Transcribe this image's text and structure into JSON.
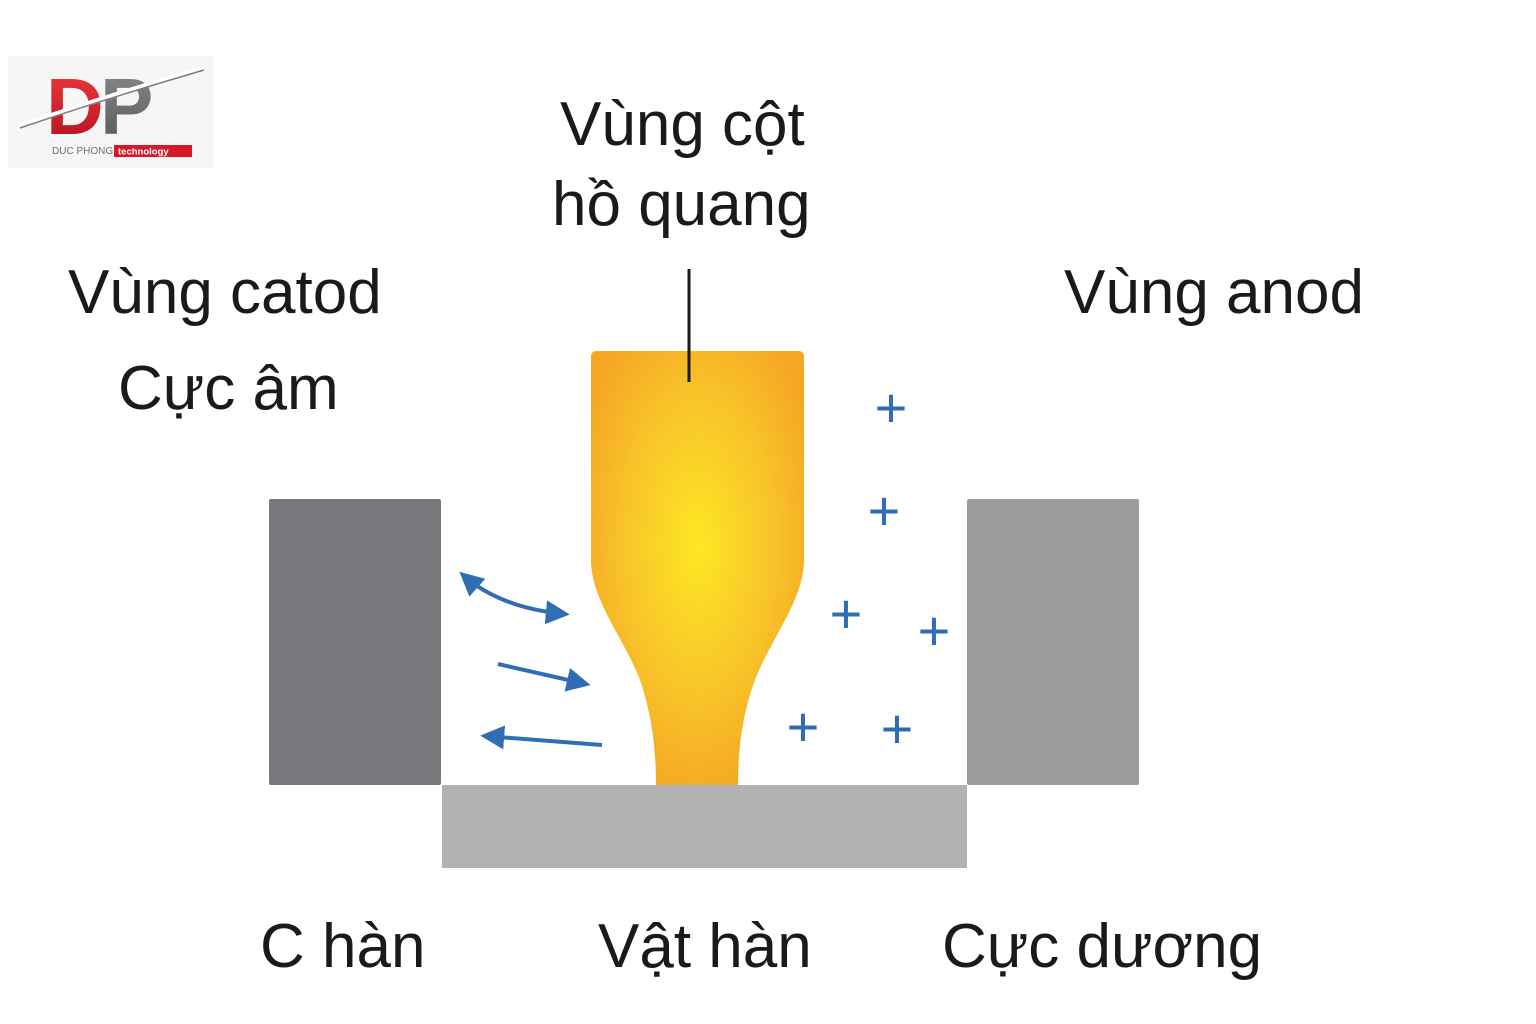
{
  "logo": {
    "mark": "DP",
    "company": "DUC PHONG",
    "tag": "technology",
    "colors": {
      "red": "#d7182a",
      "gray": "#6d6e71"
    }
  },
  "labels": {
    "arc_column_line1": "Vùng cột",
    "arc_column_line2": "hồ quang",
    "cathode_zone": "Vùng catod",
    "negative_pole": "Cực âm",
    "anode_zone": "Vùng anod",
    "electrode": "C hàn",
    "workpiece": "Vật hàn",
    "positive_pole": "Cực dương"
  },
  "ions": [
    "+",
    "+",
    "+",
    "+",
    "+",
    "+"
  ],
  "colors": {
    "cathode": "#77787b",
    "anode": "#9b9c9e",
    "workpiece": "#b1b2b4",
    "arc_center": "#fde723",
    "arc_edge": "#f5a623",
    "arrows": "#2f6db5",
    "ions": "#2f6db5",
    "text": "#1a1a1a"
  }
}
